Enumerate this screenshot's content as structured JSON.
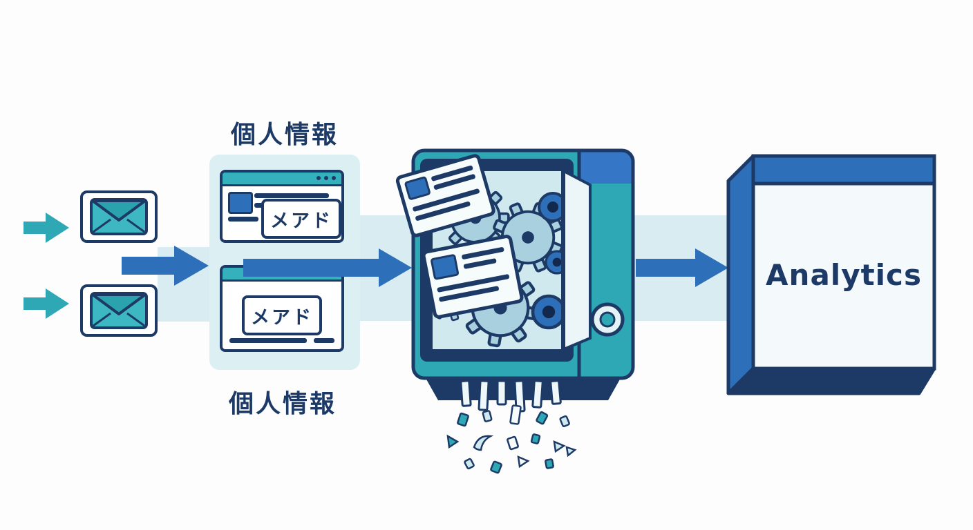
{
  "diagram": {
    "labels": {
      "personal_info_top": "個人情報",
      "personal_info_bottom": "個人情報",
      "mail_card_top": "メアド",
      "mail_card_bottom": "メアド",
      "analytics": "Analytics"
    },
    "icons": {
      "arrow_right_small": "→",
      "arrow_right_large": "➡",
      "envelope": "✉",
      "browser_window": "window-with-teal-titlebar",
      "shredder": "document-shredder-machine",
      "gear": "⚙",
      "knob": "round-dial",
      "shred_pieces": "scattered-paper-bits"
    },
    "colors": {
      "teal": "#2FA8B6",
      "blue": "#2E6FBA",
      "navy": "#1D3A66",
      "light_blue_band": "#D8ECF1",
      "panel_light_blue": "#DCF0F4",
      "machine_interior": "#CFE9EF",
      "white": "#FFFFFF"
    },
    "flow": [
      {
        "step": 1,
        "node": "incoming-emails"
      },
      {
        "step": 2,
        "node": "personal-info-extraction",
        "label": "個人情報"
      },
      {
        "step": 3,
        "node": "shredder-anonymization"
      },
      {
        "step": 4,
        "node": "analytics",
        "label": "Analytics"
      }
    ]
  }
}
